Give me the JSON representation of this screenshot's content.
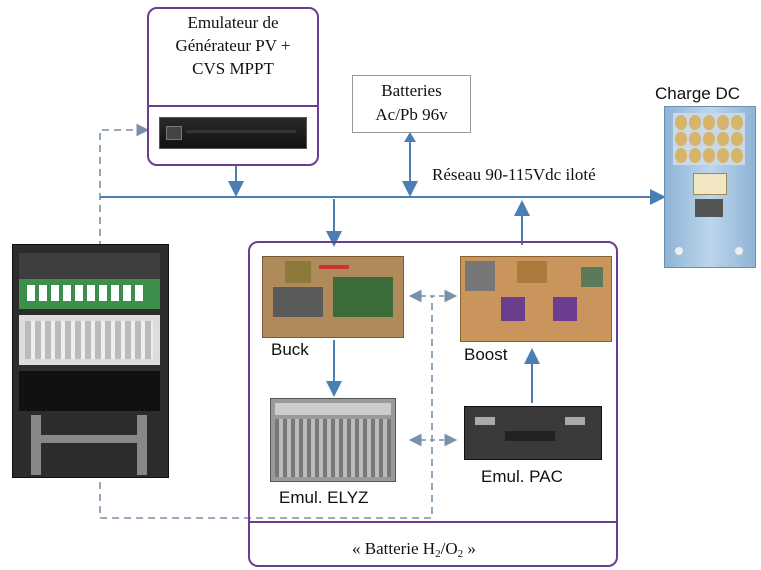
{
  "emulator_pv": {
    "line1": "Emulateur de",
    "line2": "Générateur PV +",
    "line3": "CVS MPPT"
  },
  "batteries": {
    "line1": "Batteries",
    "line2": "Ac/Pb 96v"
  },
  "charge_dc": {
    "label": "Charge DC"
  },
  "bus": {
    "label": "Réseau 90-115Vdc iloté"
  },
  "buck": {
    "label": "Buck"
  },
  "boost": {
    "label": "Boost"
  },
  "emul_elyz": {
    "label": "Emul. ELYZ"
  },
  "emul_pac": {
    "label": "Emul. PAC"
  },
  "h2_battery": {
    "prefix": "« Batterie H",
    "sub1": "2",
    "mid": "/O",
    "sub2": "2",
    "suffix": " »"
  },
  "colors": {
    "bus_line": "#4a7fb5",
    "frame_purple": "#6a3d8f",
    "dashed_link": "#7a8fa8"
  }
}
